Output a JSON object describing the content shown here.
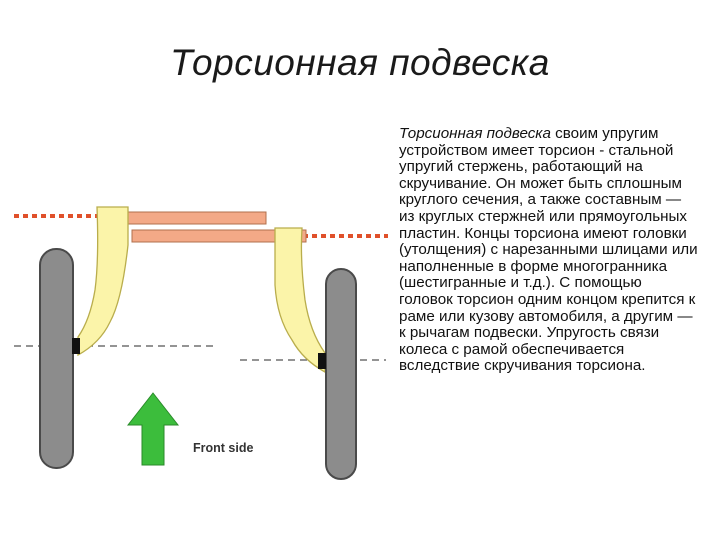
{
  "title": "Торсионная подвеска",
  "description": {
    "term": "Торсионная подвеска",
    "text": " своим упругим устройством имеет торсион - стальной упругий стержень, работающий на скручивание. Он может быть сплошным круглого сечения, а также составным — из круглых стержней или прямоугольных пластин. Концы торсиона имеют головки (утолщения) с нарезанными шлицами или наполненные в форме многогранника (шестигранные и т.д.). С помощью головок торсион одним концом крепится к раме или кузову автомобиля, а другим — к рычагам подвески. Упругость связи колеса с рамой обеспечивается вследствие скручивания торсиона."
  },
  "diagram": {
    "front_label": "Front side",
    "colors": {
      "wheel": "#8c8c8c",
      "arm": "#fbf4a9",
      "torsion_bar": "#f3a987",
      "dotted_axis": "#e0502a",
      "arrow": "#3cbd3c"
    }
  }
}
